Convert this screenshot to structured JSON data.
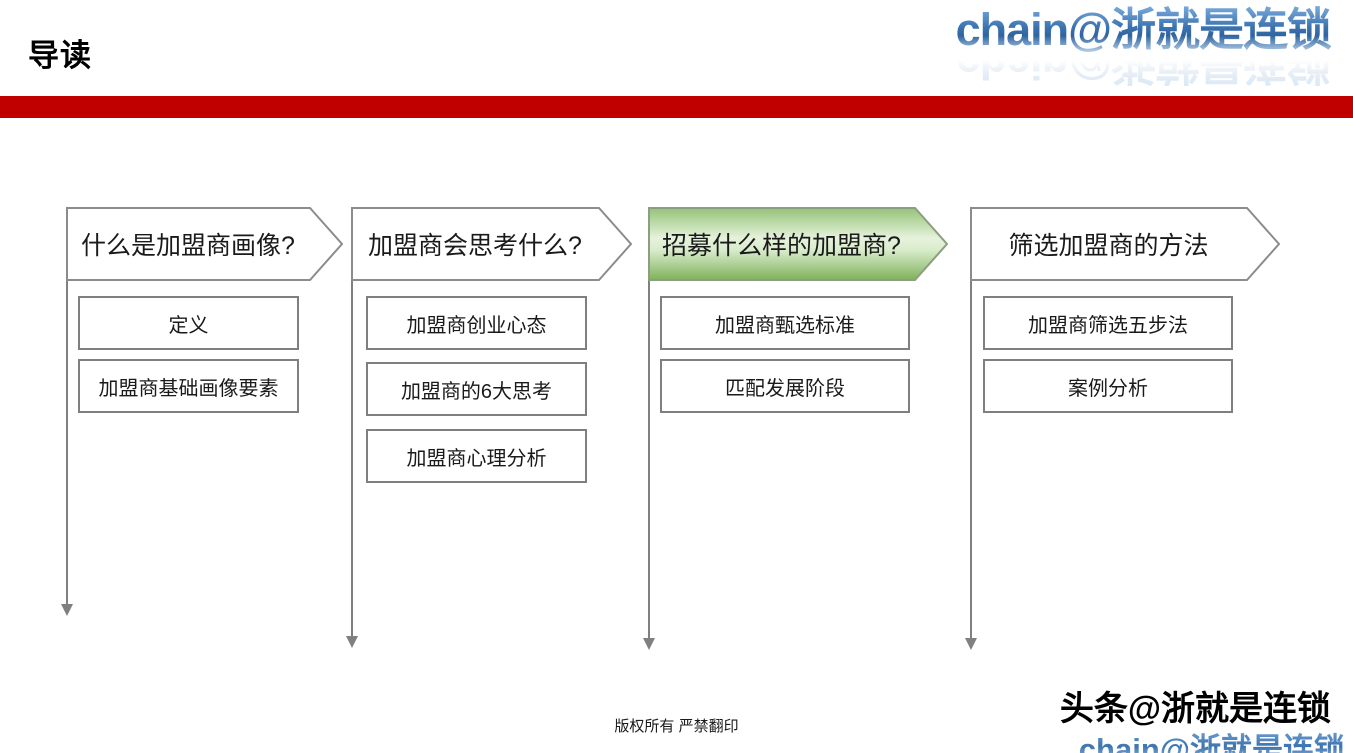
{
  "header": {
    "title": "导读",
    "brand": "chain@浙就是连锁"
  },
  "columns": [
    {
      "header": "什么是加盟商画像?",
      "highlighted": false,
      "items": [
        "定义",
        "加盟商基础画像要素"
      ]
    },
    {
      "header": "加盟商会思考什么?",
      "highlighted": false,
      "items": [
        "加盟商创业心态",
        "加盟商的6大思考",
        "加盟商心理分析"
      ]
    },
    {
      "header": "招募什么样的加盟商?",
      "highlighted": true,
      "items": [
        "加盟商甄选标准",
        "匹配发展阶段"
      ]
    },
    {
      "header": "筛选加盟商的方法",
      "highlighted": false,
      "items": [
        "加盟商筛选五步法",
        "案例分析"
      ]
    }
  ],
  "footer": {
    "copyright": "版权所有  严禁翻印",
    "watermark_black": "头条@浙就是连锁",
    "watermark_blue": "chain@浙就是连锁"
  },
  "colors": {
    "accent_red": "#C00000",
    "chevron_border": "#8C8C8C",
    "box_border": "#7F7F7F",
    "arrow_gray": "#808080",
    "highlight_green_top": "#94C377",
    "highlight_green_light": "#E6F2DC",
    "highlight_green_bottom": "#7EB25A",
    "logo_blue_dark": "#2F64A0",
    "logo_blue_light": "#9FC6EB"
  }
}
